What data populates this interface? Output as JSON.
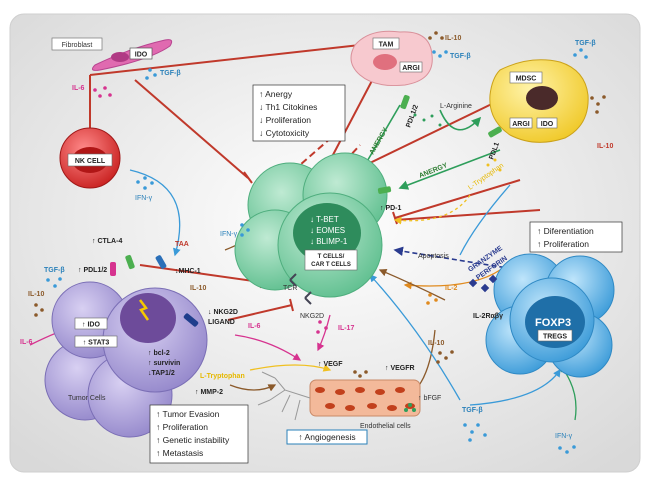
{
  "cells": {
    "fibroblast": "Fibroblast",
    "ido_fib": "IDO",
    "tam": "TAM",
    "argi_tam": "ARGI",
    "mdsc": "MDSC",
    "argi_mdsc": "ARGI",
    "ido_mdsc": "IDO",
    "nk_cell": "NK CELL",
    "tcell_label": "T CELLS/\nCAR T CELLS",
    "tcell_line1": "T CELLS/",
    "tcell_line2": "CAR T CELLS",
    "tregs": "TREGS",
    "foxp3": "FOXP3",
    "tumor_cells": "Tumor Cells",
    "endothelial": "Endothelial cells"
  },
  "tcell_markers": [
    "↓ T-BET",
    "↓ EOMES",
    "↓ BLIMP-1"
  ],
  "effects_box": [
    "↑ Anergy",
    "↓ Th1 Citokines",
    "↓ Proliferation",
    "↓ Cytotoxicity"
  ],
  "treg_box": [
    "↑ Diferentiation",
    "↑ Proliferation"
  ],
  "tumor_box": [
    "↑ Tumor Evasion",
    "↑ Proliferation",
    "↑ Genetic instability",
    "↑ Metastasis"
  ],
  "angio_box": "↑ Angiogenesis",
  "tumor_markers": {
    "ctla4": "↑ CTLA-4",
    "pdl12": "↑ PDL1/2",
    "ido": "↑ IDO",
    "stat3": "↑ STAT3",
    "mhc1": "↓MHC-1",
    "taa": "TAA",
    "nkg2d_ligand_1": "↓ NKG2D",
    "nkg2d_ligand_2": "LIGAND",
    "bcl2": "↑ bcl-2",
    "survivin": "↑ survivin",
    "tap12": "↓TAP1/2",
    "mmp2": "↑ MMP-2",
    "ltrp": "L-Tryptophan"
  },
  "cytokines": {
    "il10_tam": "IL-10",
    "tgfb_tam": "TGF-β",
    "tgfb_fib": "TGF-β",
    "il6_fib": "IL-6",
    "tgfb_mdsc": "TGF-β",
    "il10_mdsc": "IL-10",
    "ifng_nk": "IFN-γ",
    "ifng_t": "IFN-γ",
    "tgfb_tumor": "TGF-β",
    "il10_tumor": "IL-10",
    "il6_tumor": "IL-6",
    "il10_tumor2": "IL-10",
    "il6_mid": "IL-6",
    "il17": "IL-17",
    "il2": "IL-2",
    "il2r": "IL-2Rαβγ",
    "il10_bottom": "IL-10",
    "tgfb_bottom": "TGF-β",
    "ifng_bottom": "IFN-γ",
    "vegf": "↑ VEGF",
    "vegfr": "↑ VEGFR",
    "bfgf": "↑ bFGF"
  },
  "labels": {
    "anergy1": "ANERGY",
    "anergy2": "ANERGY",
    "pdl12_tam": "PDL1/2",
    "pdl1_mdsc": "PDL1",
    "larginine": "L-Arginine",
    "ltrp_mdsc": "L-Tryptophan",
    "pd1": "↑ PD-1",
    "tcr": "TCR",
    "nkg2d": "NKG2D",
    "apoptosis": "Apoptosis",
    "granzyme": "GRANZYME",
    "perforin": "PERFORIN"
  },
  "colors": {
    "inhibit": "#c0392b",
    "tcell": "#7ecfa6",
    "treg": "#5bb4e6",
    "tumor": "#a79bd6",
    "mdsc": "#f6dc52",
    "tam": "#f7c9cf",
    "nk": "#e8494a"
  }
}
